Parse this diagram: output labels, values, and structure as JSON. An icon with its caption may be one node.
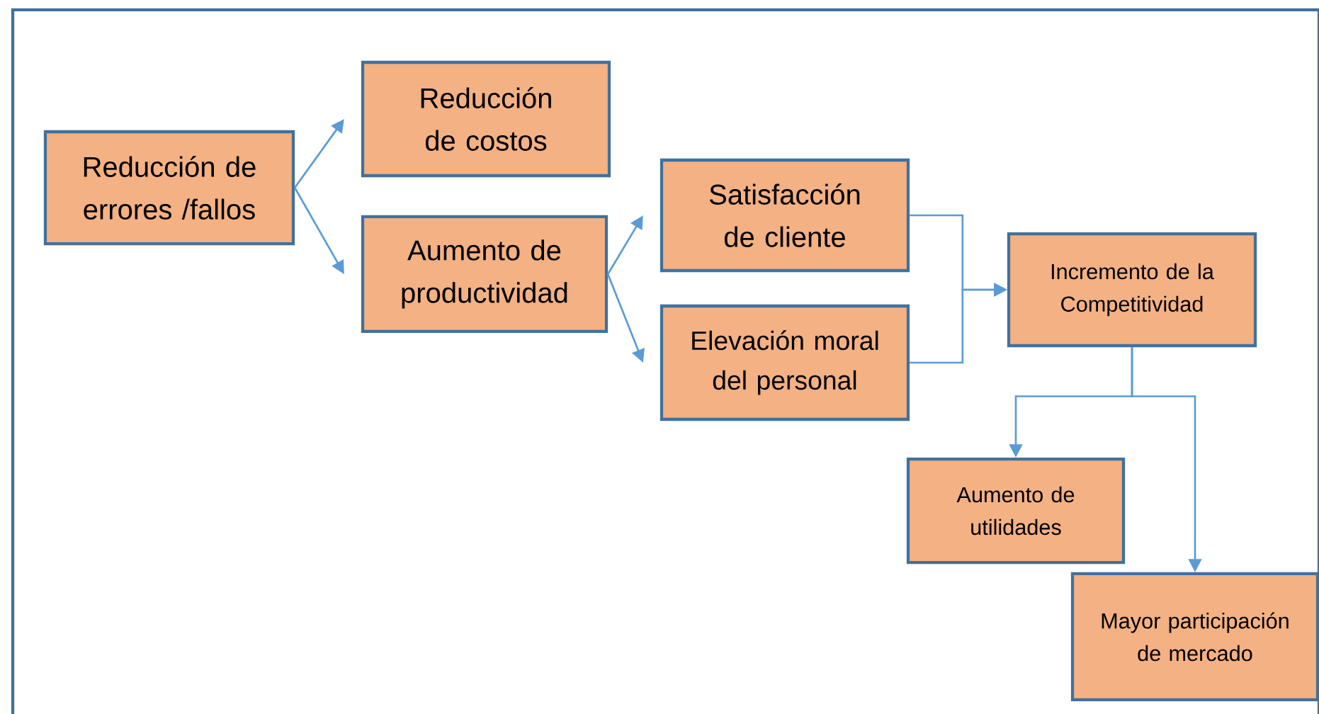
{
  "diagram": {
    "nodes": [
      {
        "text": [
          "Reducción de errores /fallos"
        ]
      },
      {
        "text": [
          "Reducción de costos"
        ]
      },
      {
        "text": [
          "Aumento de productividad"
        ]
      },
      {
        "text": [
          "Satisfacción de cliente"
        ]
      },
      {
        "text": [
          "Elevación moral del personal"
        ]
      },
      {
        "text": [
          "Incremento de la Competitividad"
        ]
      },
      {
        "text": [
          "Aumento de utilidades"
        ]
      },
      {
        "text": [
          "Mayor participación de mercado"
        ]
      }
    ],
    "edges": [
      {
        "from": 0,
        "to": 1,
        "arrow": "to"
      },
      {
        "from": 0,
        "to": 2,
        "arrow": "to"
      },
      {
        "from": 2,
        "to": 3,
        "arrow": "to"
      },
      {
        "from": 2,
        "to": 4,
        "arrow": "to"
      },
      {
        "from": 3,
        "to": 5,
        "arrow": "to"
      },
      {
        "from": 4,
        "to": 5,
        "arrow": "to"
      },
      {
        "from": 5,
        "to": 6,
        "arrow": "to"
      },
      {
        "from": 5,
        "to": 7,
        "arrow": "to"
      }
    ]
  }
}
